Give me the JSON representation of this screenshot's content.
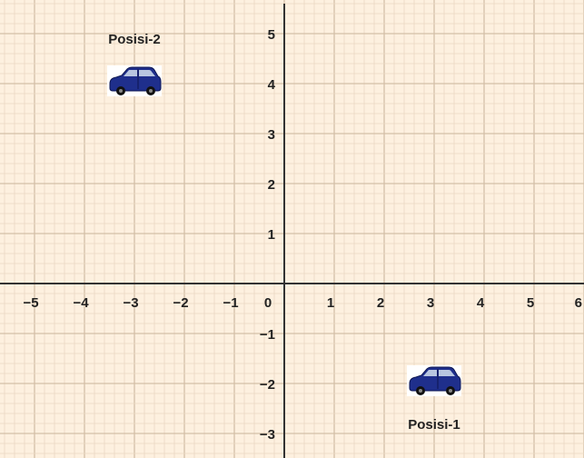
{
  "chart_data": {
    "type": "scatter",
    "x_range": [
      -5.6,
      6.0
    ],
    "y_range": [
      -3.4,
      5.6
    ],
    "grid": true,
    "x_ticks": [
      {
        "value": -5,
        "label": "−5"
      },
      {
        "value": -4,
        "label": "−4"
      },
      {
        "value": -3,
        "label": "−3"
      },
      {
        "value": -2,
        "label": "−2"
      },
      {
        "value": -1,
        "label": "−1"
      },
      {
        "value": 0,
        "label": "0"
      },
      {
        "value": 1,
        "label": "1"
      },
      {
        "value": 2,
        "label": "2"
      },
      {
        "value": 3,
        "label": "3"
      },
      {
        "value": 4,
        "label": "4"
      },
      {
        "value": 5,
        "label": "5"
      },
      {
        "value": 6,
        "label": "6"
      }
    ],
    "y_ticks": [
      {
        "value": 5,
        "label": "5"
      },
      {
        "value": 4,
        "label": "4"
      },
      {
        "value": 3,
        "label": "3"
      },
      {
        "value": 2,
        "label": "2"
      },
      {
        "value": 1,
        "label": "1"
      },
      {
        "value": -1,
        "label": "−1"
      },
      {
        "value": -2,
        "label": "−2"
      },
      {
        "value": -3,
        "label": "−3"
      }
    ],
    "points": [
      {
        "label": "Posisi-1",
        "x": 3,
        "y": -2,
        "icon": "car-icon"
      },
      {
        "label": "Posisi-2",
        "x": -3,
        "y": 4,
        "icon": "car-icon"
      }
    ]
  },
  "colors": {
    "background": "#fdf0df",
    "grid_minor": "#ead8c2",
    "grid_major": "#d4c0a8",
    "axis": "#333333",
    "car_body": "#1f2f8c"
  }
}
